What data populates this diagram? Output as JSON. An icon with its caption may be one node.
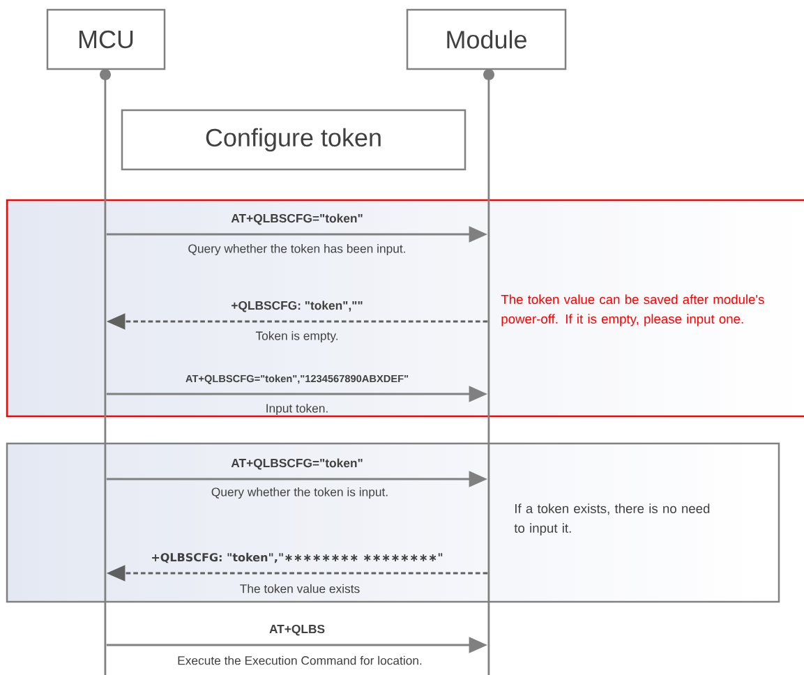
{
  "diagram": {
    "nodes": [
      {
        "text": [
          "MCU"
        ]
      },
      {
        "text": [
          "Module"
        ]
      },
      {
        "text": [],
        "shape": "bar"
      },
      {
        "text": [],
        "shape": "bar"
      },
      {
        "text": [
          "Configure token"
        ]
      }
    ],
    "edges": [
      {
        "from": 2,
        "to": 3,
        "arrow": "to",
        "label": "AT+QLBSCFG=\"token\""
      },
      {
        "from": 3,
        "to": 2,
        "arrow": "to",
        "label": "+QLBSCFG: \"token\",\"\"",
        "style": "dashed",
        "color": "#606060"
      },
      {
        "from": 2,
        "to": 3,
        "arrow": "to",
        "label": "AT+QLBSCFG=\"token\",\"1234567890ABXDEF\""
      },
      {
        "from": 2,
        "to": 3,
        "arrow": "to",
        "label": "AT+QLBSCFG=\"token\""
      },
      {
        "from": 3,
        "to": 2,
        "arrow": "to",
        "label": "+QLBSCFG: \"token\",\"∗∗∗∗∗∗∗∗ ∗∗∗∗∗∗∗∗\"",
        "style": "dashed",
        "color": "#606060"
      },
      {
        "from": 2,
        "to": 3,
        "arrow": "to",
        "label": "AT+QLBS"
      }
    ],
    "labels": [
      "Query whether the token has been input.",
      "Token is empty.",
      "Input token.",
      "Query whether the token is input.",
      "The token value exists",
      "Execute the Execution Command for location.",
      "The token value can be saved after module's power-off. If it is empty, please input one.",
      "If a token exists, there is no need to input it."
    ]
  }
}
